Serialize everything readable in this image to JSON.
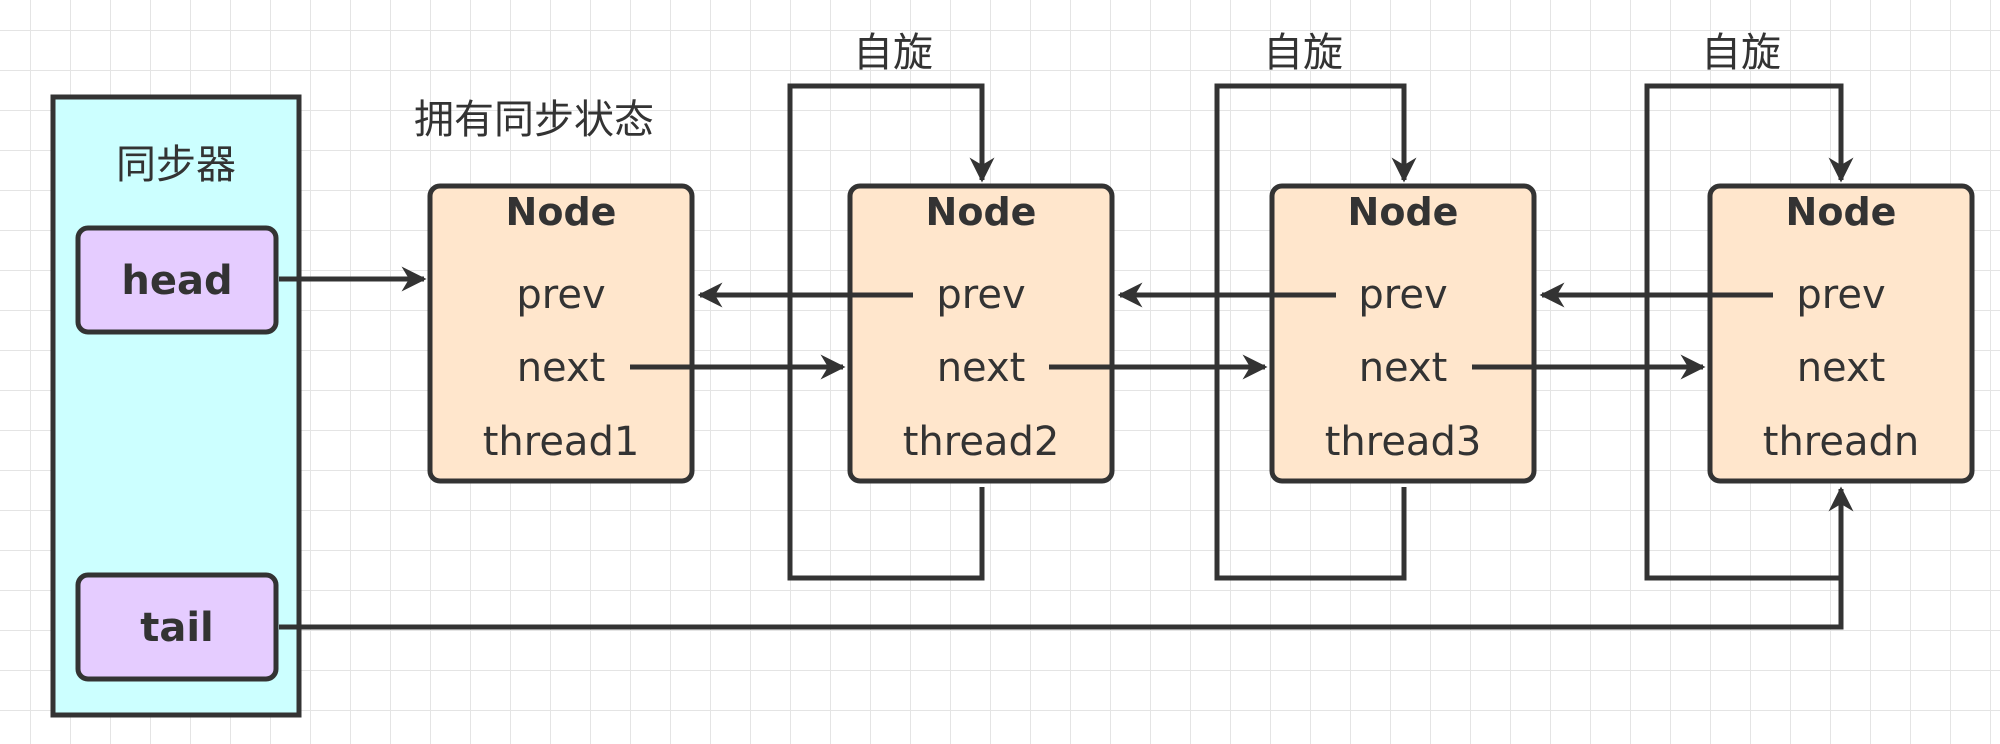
{
  "sync_panel": {
    "label": "同步器",
    "head_label": "head",
    "tail_label": "tail",
    "fill": "#ccffff",
    "pointer_fill": "#e5ccff"
  },
  "owns_sync_state_label": "拥有同步状态",
  "spin_labels": [
    "自旋",
    "自旋",
    "自旋"
  ],
  "node_fill": "#ffe6cc",
  "nodes": [
    {
      "title": "Node",
      "prev": "prev",
      "next": "next",
      "thread": "thread1"
    },
    {
      "title": "Node",
      "prev": "prev",
      "next": "next",
      "thread": "thread2"
    },
    {
      "title": "Node",
      "prev": "prev",
      "next": "next",
      "thread": "thread3"
    },
    {
      "title": "Node",
      "prev": "prev",
      "next": "next",
      "thread": "threadn"
    }
  ]
}
